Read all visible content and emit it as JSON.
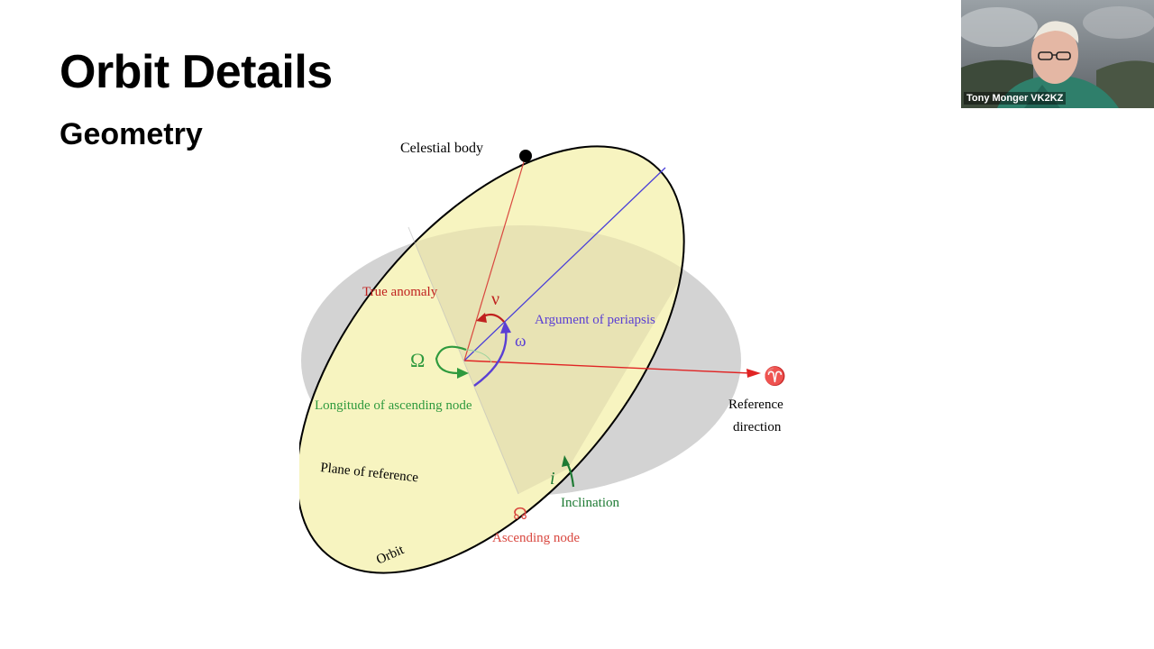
{
  "slide": {
    "title": "Orbit Details",
    "subtitle": "Geometry"
  },
  "diagram": {
    "labels": {
      "celestial_body": "Celestial body",
      "true_anomaly": "True anomaly",
      "nu_symbol": "ν",
      "argument_of_periapsis": "Argument of periapsis",
      "omega_small_symbol": "ω",
      "omega_capital_symbol": "Ω",
      "longitude_ascending_node": "Longitude of ascending node",
      "aries_symbol": "♈",
      "reference_direction_line1": "Reference",
      "reference_direction_line2": "direction",
      "plane_of_reference": "Plane of reference",
      "inclination_symbol": "i",
      "inclination": "Inclination",
      "ascending_node_symbol": "☊",
      "ascending_node": "Ascending node",
      "orbit": "Orbit"
    },
    "colors": {
      "plane": "#d3d3d3",
      "orbit_fill": "#f7f4c0",
      "true_anomaly": "#c0211f",
      "argument_of_periapsis": "#5a3fd4",
      "longitude_node": "#2f9a3e",
      "inclination": "#1d7a33",
      "ascending_node": "#d9473f",
      "reference_direction": "#e02424"
    }
  },
  "video": {
    "participant_name": "Tony Monger VK2KZ"
  }
}
